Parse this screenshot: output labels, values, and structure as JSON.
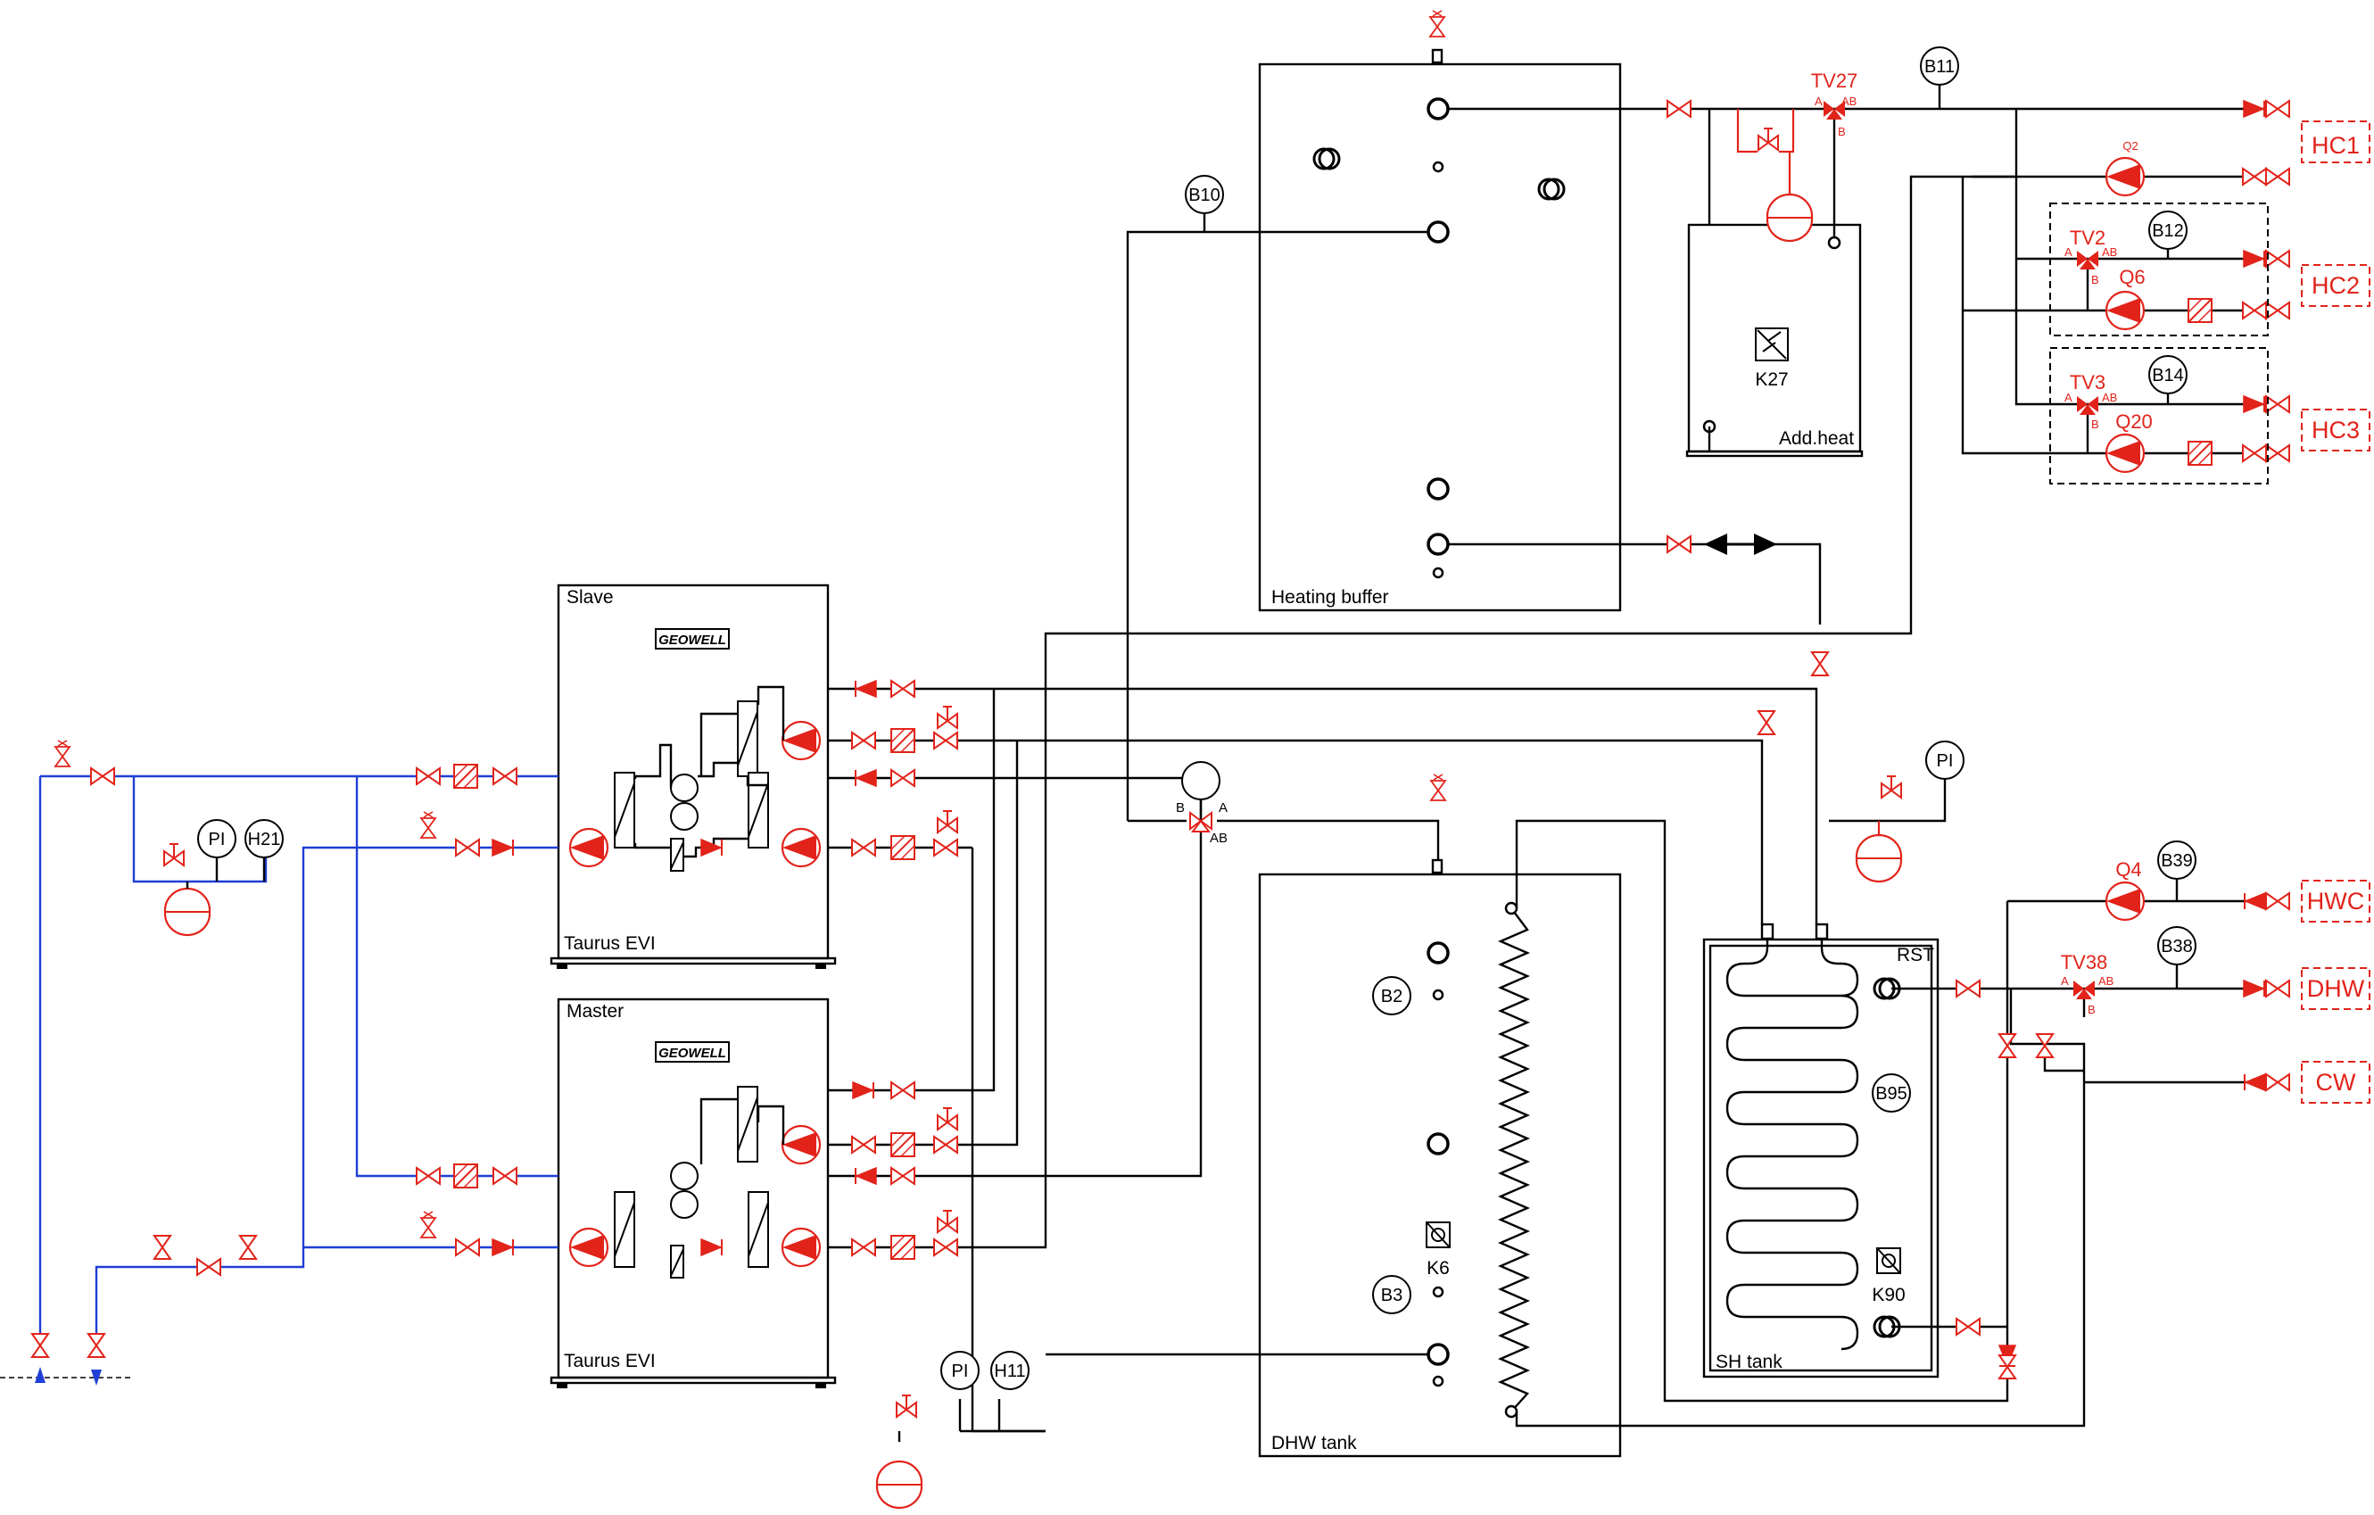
{
  "units": {
    "slave": {
      "label": "Slave",
      "model": "Taurus EVI",
      "brand": "GEOWELL"
    },
    "master": {
      "label": "Master",
      "model": "Taurus EVI",
      "brand": "GEOWELL"
    }
  },
  "tanks": {
    "heating_buffer": {
      "label": "Heating buffer"
    },
    "dhw_tank": {
      "label": "DHW tank"
    },
    "sh_tank": {
      "label": "SH tank",
      "corner_label": "RST"
    },
    "add_heat": {
      "label": "Add.heat",
      "heater": "K27"
    }
  },
  "sensors": {
    "b10": "B10",
    "b11": "B11",
    "b12": "B12",
    "b14": "B14",
    "b39": "B39",
    "b38": "B38",
    "b2": "B2",
    "b3": "B3",
    "b95": "B95"
  },
  "gauges": {
    "pi": "PI",
    "h21": "H21",
    "h11": "H11"
  },
  "heaters": {
    "k6": "K6",
    "k90": "K90",
    "k27": "K27"
  },
  "valves": {
    "tv27": "TV27",
    "tv2": "TV2",
    "tv3": "TV3",
    "tv38": "TV38",
    "port_a": "A",
    "port_b": "B",
    "port_ab": "AB"
  },
  "pumps": {
    "q2": "Q2",
    "q6": "Q6",
    "q20": "Q20",
    "q4": "Q4"
  },
  "outputs": {
    "hc1": "HC1",
    "hc2": "HC2",
    "hc3": "HC3",
    "hwc": "HWC",
    "dhw": "DHW",
    "cw": "CW"
  }
}
